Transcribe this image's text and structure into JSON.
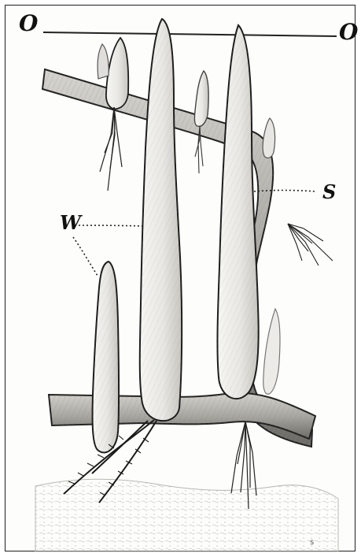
{
  "labels": {
    "o_left": "O",
    "o_right": "O",
    "s": "S",
    "w": "W"
  },
  "signature": "s",
  "colors": {
    "ink": "#141414",
    "paper": "#fdfdfb",
    "bark_light": "#b6b4ae",
    "bark_dark": "#5b5954",
    "sprout_fill": "#ecebe7",
    "ground": "#dbd9d1"
  }
}
